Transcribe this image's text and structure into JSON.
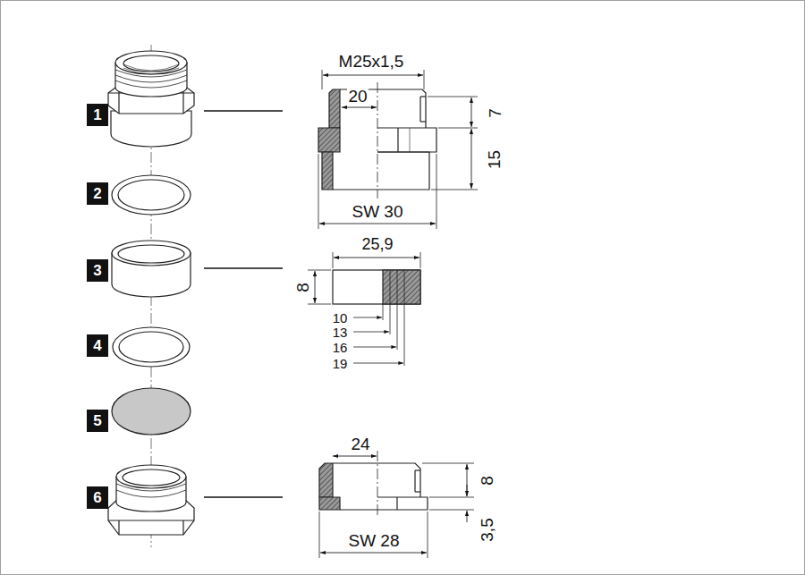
{
  "diagram": {
    "nodes": [
      {
        "text": [
          "1"
        ]
      },
      {
        "text": [
          "2"
        ]
      },
      {
        "text": [
          "3"
        ]
      },
      {
        "text": [
          "4"
        ]
      },
      {
        "text": [
          "5"
        ]
      },
      {
        "text": [
          "6"
        ]
      }
    ],
    "labels": [
      "M25x1,5",
      "20",
      "7",
      "15",
      "SW 30",
      "25,9",
      "8",
      "10",
      "13",
      "16",
      "19",
      "24",
      "8",
      "3,5",
      "SW 28"
    ]
  }
}
